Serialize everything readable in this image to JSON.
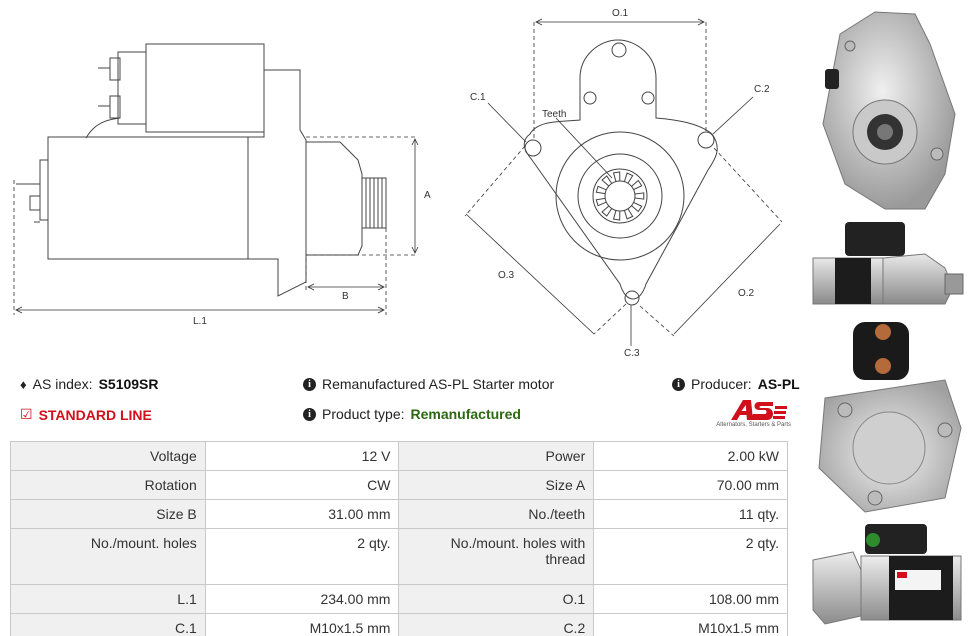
{
  "drawing": {
    "labels": {
      "a": "A",
      "b": "B",
      "l1": "L.1",
      "o1": "O.1",
      "o2": "O.2",
      "o3": "O.3",
      "c1": "C.1",
      "c2": "C.2",
      "c3": "C.3",
      "teeth": "Teeth"
    }
  },
  "info": {
    "as_index_label": "AS index:",
    "as_index_value": "S5109SR",
    "line_label": "STANDARD LINE",
    "description": "Remanufactured AS-PL Starter motor",
    "product_type_label": "Product type:",
    "product_type_value": "Remanufactured",
    "producer_label": "Producer:",
    "producer_value": "AS-PL",
    "logo_tagline": "Alternators, Starters & Parts"
  },
  "specs": {
    "rows": [
      {
        "k1": "Voltage",
        "v1": "12 V",
        "k2": "Power",
        "v2": "2.00 kW"
      },
      {
        "k1": "Rotation",
        "v1": "CW",
        "k2": "Size A",
        "v2": "70.00 mm"
      },
      {
        "k1": "Size B",
        "v1": "31.00 mm",
        "k2": "No./teeth",
        "v2": "11 qty."
      },
      {
        "k1": "No./mount. holes",
        "v1": "2 qty.",
        "k2": "No./mount. holes with thread",
        "v2": "2 qty."
      },
      {
        "k1": "L.1",
        "v1": "234.00 mm",
        "k2": "O.1",
        "v2": "108.00 mm"
      },
      {
        "k1": "C.1",
        "v1": "M10x1.5 mm",
        "k2": "C.2",
        "v2": "M10x1.5 mm"
      }
    ]
  },
  "colors": {
    "brand_red": "#d0101a",
    "value_green": "#2b6a12"
  },
  "icons": [
    "tag-icon",
    "info-icon",
    "check-square-icon"
  ]
}
